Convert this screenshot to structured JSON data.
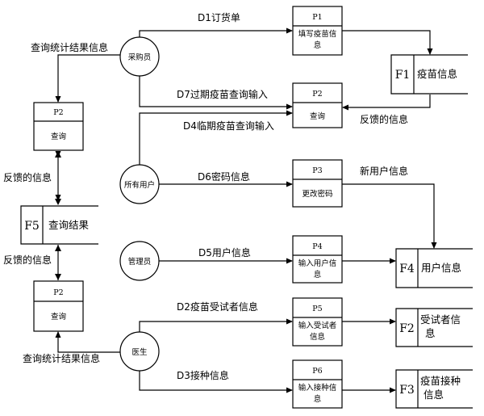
{
  "entities": {
    "buyer": "采购员",
    "all_users": "所有用户",
    "admin": "管理员",
    "doctor": "医生"
  },
  "processes": {
    "p1": {
      "id": "P1",
      "name_line1": "填写疫苗信",
      "name_line2": "息"
    },
    "p2_right": {
      "id": "P2",
      "name": "查询"
    },
    "p3": {
      "id": "P3",
      "name": "更改密码"
    },
    "p4": {
      "id": "P4",
      "name_line1": "输入用户信",
      "name_line2": "息"
    },
    "p5": {
      "id": "P5",
      "name_line1": "输入受试者",
      "name_line2": "信息"
    },
    "p6": {
      "id": "P6",
      "name_line1": "输入接种信",
      "name_line2": "息"
    },
    "p2_left_top": {
      "id": "P2",
      "name": "查询"
    },
    "p2_left_bottom": {
      "id": "P2",
      "name": "查询"
    }
  },
  "stores": {
    "f1": {
      "id": "F1",
      "name": "疫苗信息"
    },
    "f2": {
      "id": "F2",
      "name_line1": "受试者信",
      "name_line2": "息"
    },
    "f3": {
      "id": "F3",
      "name_line1": "疫苗接种",
      "name_line2": "信息"
    },
    "f4": {
      "id": "F4",
      "name": "用户信息"
    },
    "f5": {
      "id": "F5",
      "name": "查询结果"
    }
  },
  "flows": {
    "d1": "D1订货单",
    "d7": "D7过期疫苗查询输入",
    "d4": "D4临期疫苗查询输入",
    "d6": "D6密码信息",
    "d5": "D5用户信息",
    "d2": "D2疫苗受试者信息",
    "d3": "D3接种信息",
    "feedback_right": "反馈的信息",
    "new_user_info": "新用户信息",
    "query_result_top": "查询统计结果信息",
    "query_result_bottom": "查询统计结果信息",
    "feedback_left_top": "反馈的信息",
    "feedback_left_bottom": "反馈的信息"
  }
}
